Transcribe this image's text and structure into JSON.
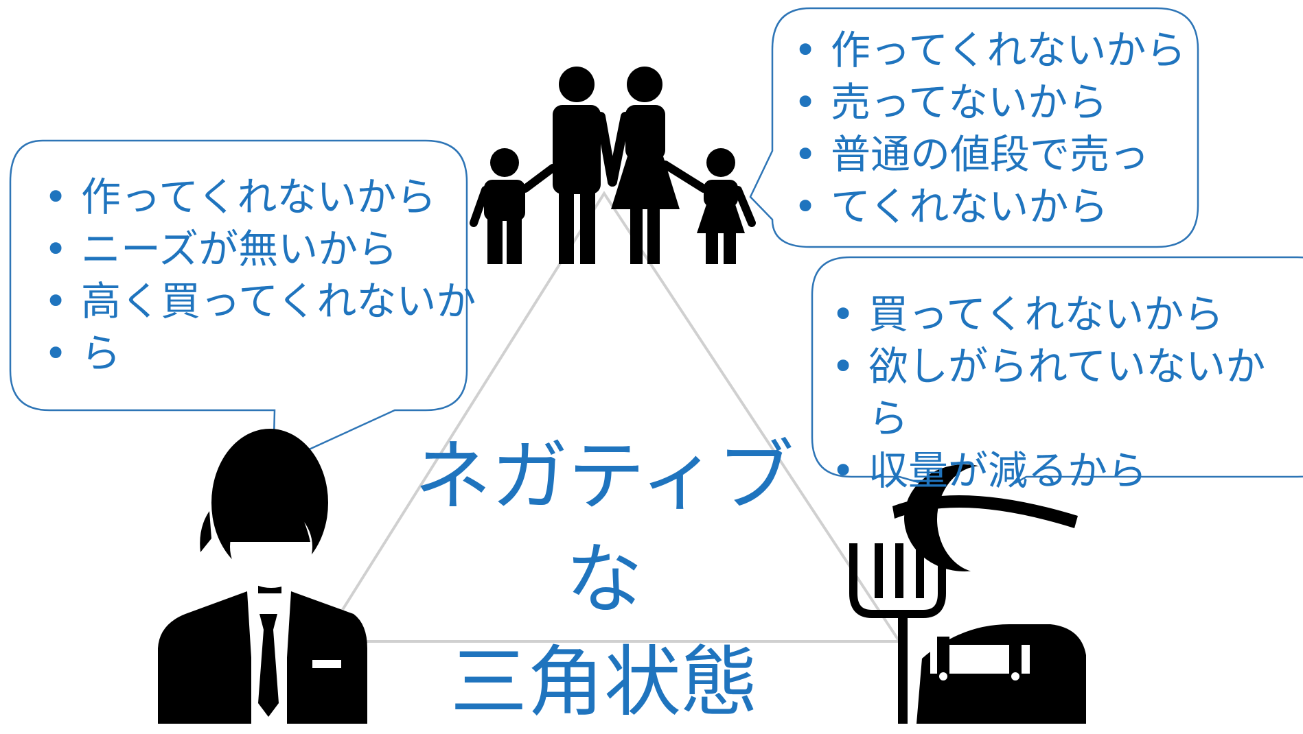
{
  "center_title": {
    "line1": "ネガティブな",
    "line2": "三角状態"
  },
  "callouts": {
    "retailer": [
      "作ってくれないから",
      "ニーズが無いから",
      "高く買ってくれないか",
      "ら"
    ],
    "consumer": [
      "作ってくれないから",
      "売ってないから",
      "普通の値段で売っ",
      "てくれないから"
    ],
    "farmer": [
      "買ってくれないから",
      "欲しがられていないから",
      "収量が減るから"
    ]
  },
  "figures": {
    "family": "family-icon",
    "businessman": "businessman-icon",
    "farmer": "farmer-icon"
  },
  "colors": {
    "text": "#1f74be",
    "bubble_border": "#2e75b6",
    "triangle": "#d0d0d0",
    "icon": "#000000"
  }
}
